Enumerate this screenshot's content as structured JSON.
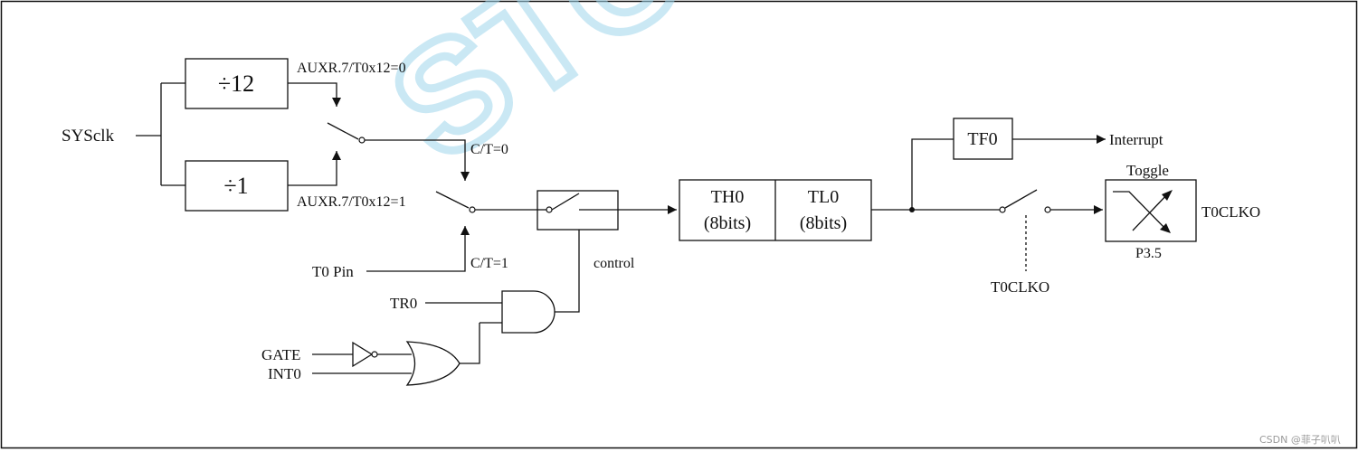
{
  "watermark": {
    "text": "STC",
    "color": "#bfe3f2"
  },
  "inputs": {
    "sysclk": "SYSclk",
    "t0_pin": "T0 Pin",
    "tr0": "TR0",
    "gate": "GATE",
    "int0": "INT0"
  },
  "dividers": {
    "div12": "÷12",
    "div1": "÷1"
  },
  "selects": {
    "auxr_0": "AUXR.7/T0x12=0",
    "auxr_1": "AUXR.7/T0x12=1",
    "ct_0": "C/T=0",
    "ct_1": "C/T=1"
  },
  "control": "control",
  "counter": {
    "th0_name": "TH0",
    "th0_bits": "(8bits)",
    "tl0_name": "TL0",
    "tl0_bits": "(8bits)"
  },
  "tf0": "TF0",
  "interrupt": "Interrupt",
  "toggle": "Toggle",
  "t0clko_out": "T0CLKO",
  "pin": "P3.5",
  "t0clko_switch": "T0CLKO",
  "credit": "CSDN @菲子叭叭"
}
